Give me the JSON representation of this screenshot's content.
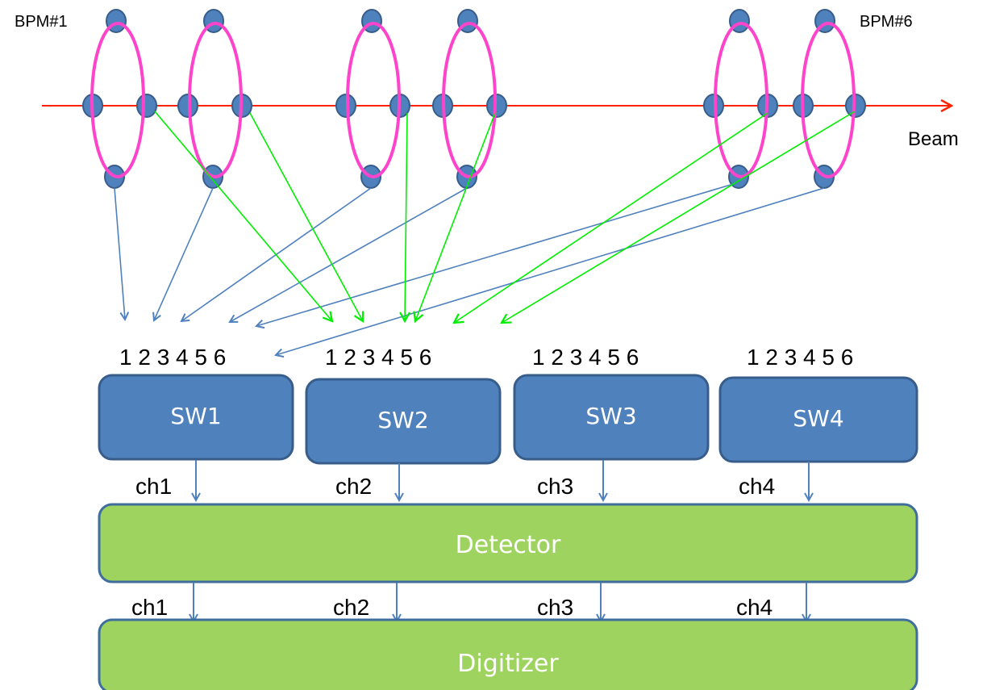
{
  "labels": {
    "bpm_first": "BPM#1",
    "bpm_last": "BPM#6",
    "beam": "Beam"
  },
  "switches": [
    {
      "label": "SW1",
      "inputs": [
        "1",
        "2",
        "3",
        "4",
        "5",
        "6"
      ],
      "output": "ch1"
    },
    {
      "label": "SW2",
      "inputs": [
        "1",
        "2",
        "3",
        "4",
        "5",
        "6"
      ],
      "output": "ch2"
    },
    {
      "label": "SW3",
      "inputs": [
        "1",
        "2",
        "3",
        "4",
        "5",
        "6"
      ],
      "output": "ch3"
    },
    {
      "label": "SW4",
      "inputs": [
        "1",
        "2",
        "3",
        "4",
        "5",
        "6"
      ],
      "output": "ch4"
    }
  ],
  "detector": {
    "label": "Detector",
    "outputs": [
      "ch1",
      "ch2",
      "ch3",
      "ch4"
    ]
  },
  "digitizer": {
    "label": "Digitizer"
  },
  "colors": {
    "beam_line": "#ff2200",
    "bpm_ring": "#ff44cc",
    "electrode_fill": "#4f81bd",
    "electrode_stroke": "#385d8a",
    "blue_wire": "#4f81bd",
    "green_wire": "#00ee00",
    "switch_fill": "#4f81bd",
    "switch_stroke": "#385d8a",
    "green_box_fill": "#9ed35f",
    "green_box_stroke": "#3f6e9e"
  }
}
